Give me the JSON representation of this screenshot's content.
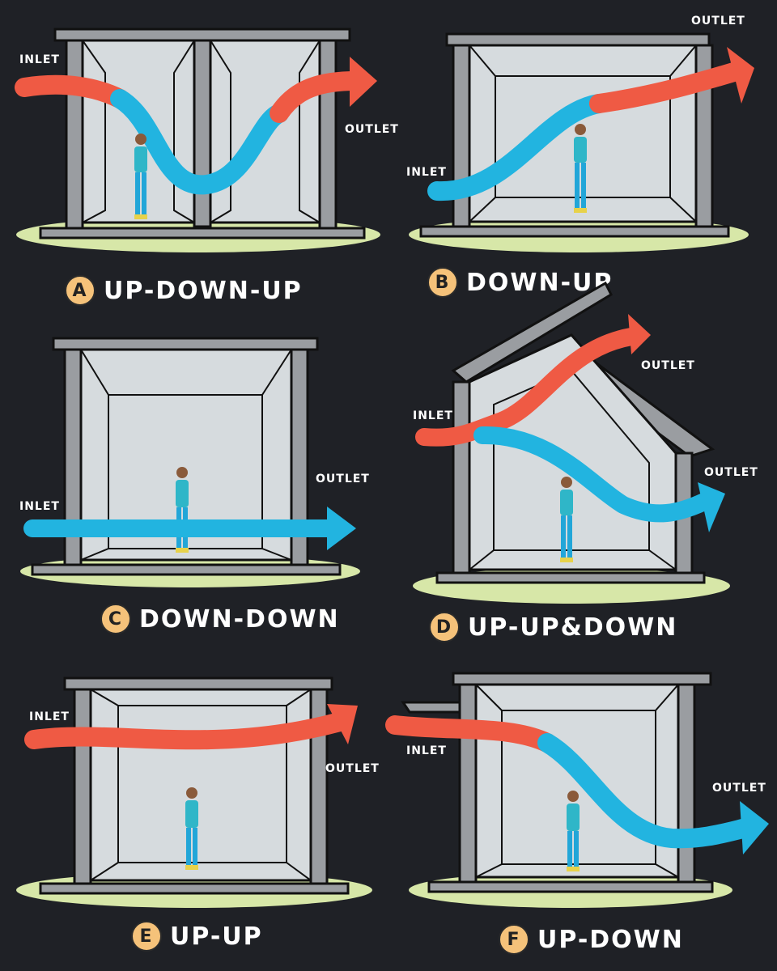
{
  "colors": {
    "background": "#1f2126",
    "wall": "#9a9da1",
    "interior": "#d6dbde",
    "ground": "#d7e7a8",
    "warm_air": "#ef5a44",
    "cool_air": "#22b4e0",
    "badge": "#f5c27a"
  },
  "icons": {
    "person": "person-figure-icon",
    "arrow": "airflow-arrow-icon"
  },
  "panels": [
    {
      "badge": "A",
      "caption": "UP-DOWN-UP",
      "inlet": "INLET",
      "outlet": "OUTLET"
    },
    {
      "badge": "B",
      "caption": "DOWN-UP",
      "inlet": "INLET",
      "outlet": "OUTLET"
    },
    {
      "badge": "C",
      "caption": "DOWN-DOWN",
      "inlet": "INLET",
      "outlet": "OUTLET"
    },
    {
      "badge": "D",
      "caption": "UP-UP&DOWN",
      "inlet": "INLET",
      "outlet": "OUTLET",
      "outlet2": "OUTLET"
    },
    {
      "badge": "E",
      "caption": "UP-UP",
      "inlet": "INLET",
      "outlet": "OUTLET"
    },
    {
      "badge": "F",
      "caption": "UP-DOWN",
      "inlet": "INLET",
      "outlet": "OUTLET"
    }
  ]
}
